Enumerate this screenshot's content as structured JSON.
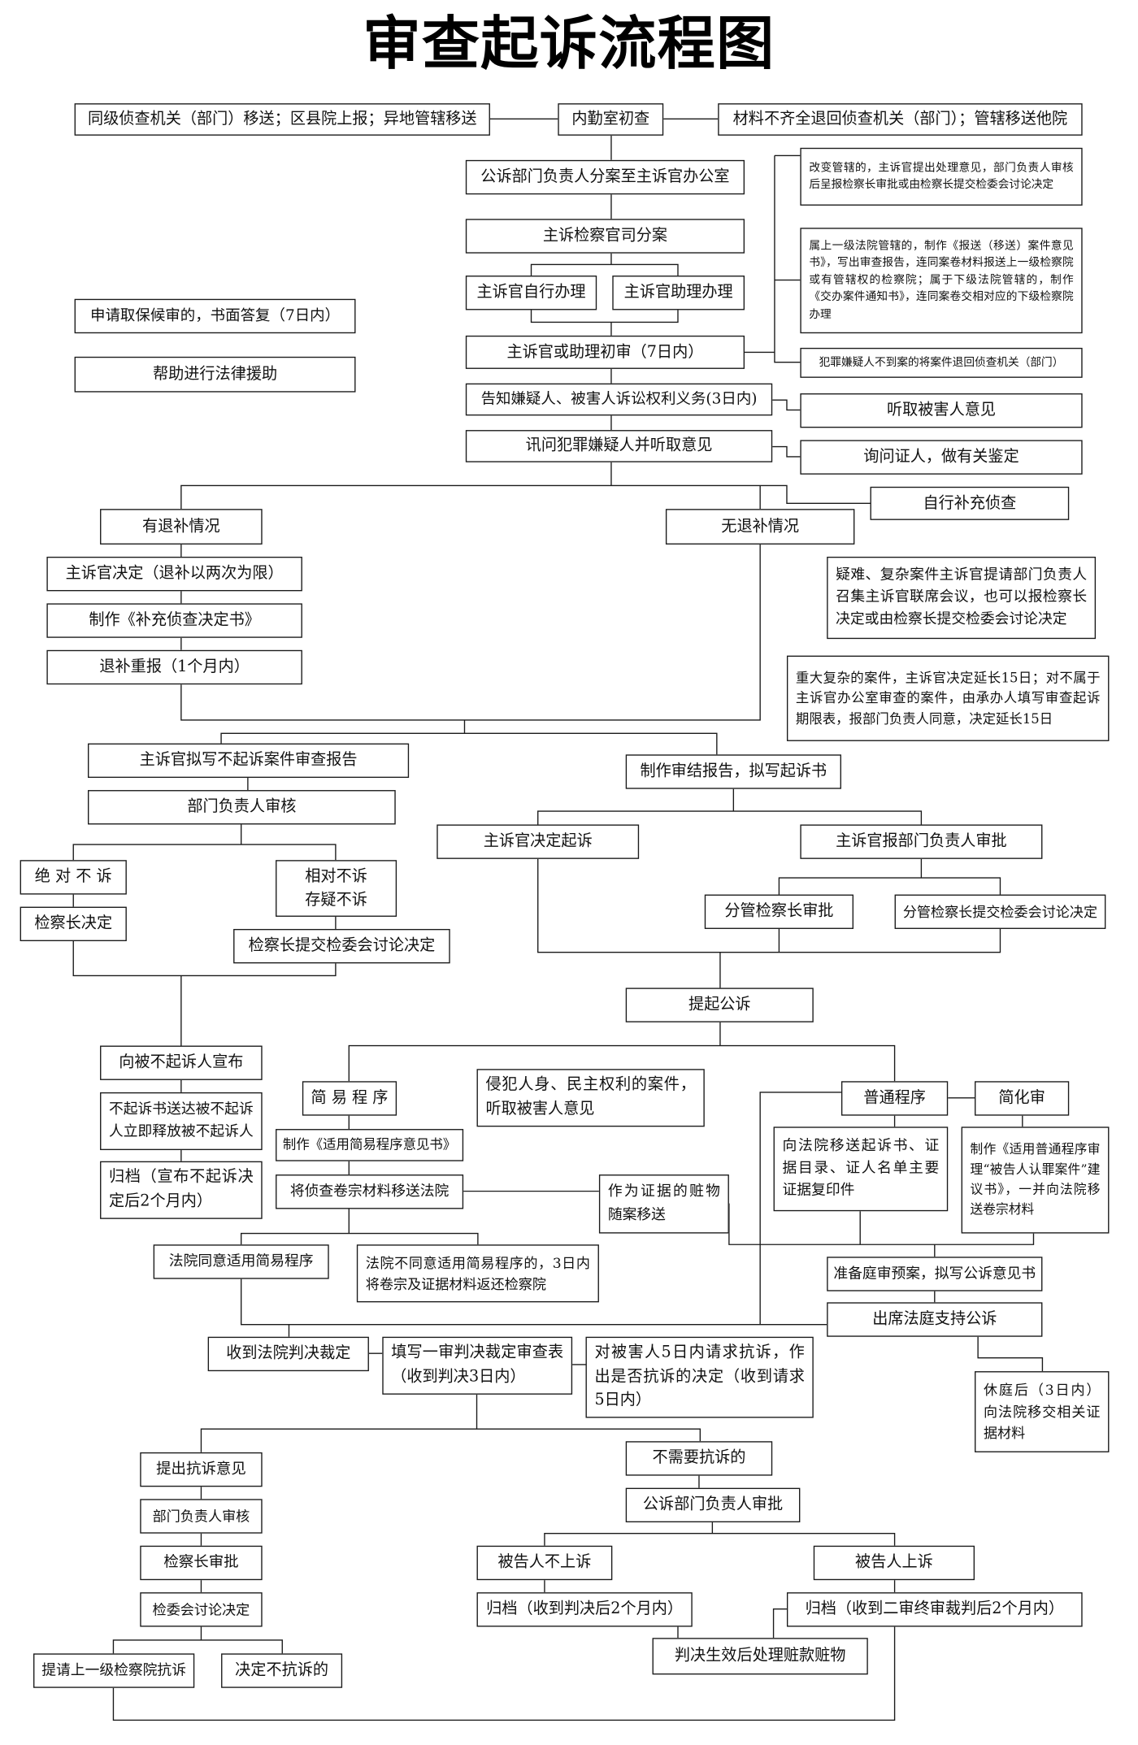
{
  "title": "审查起诉流程图",
  "nodes": {
    "n1": "同级侦查机关（部门）移送；区县院上报；异地管辖移送",
    "n2": "内勤室初查",
    "n3": "材料不齐全退回侦查机关（部门）；管辖移送他院",
    "n4": "公诉部门负责人分案至主诉官办公室",
    "n5": "改变管辖的，主诉官提出处理意见，部门负责人审核后呈报检察长审批或由检察长提交检委会讨论决定",
    "n6": "主诉检察官司分案",
    "n7": "属上一级法院管辖的，制作《报送（移送）案件意见书》，写出审查报告，连同案卷材料报送上一级检察院或有管辖权的检察院；属于下级法院管辖的，制作《交办案件通知书》，连同案卷交相对应的下级检察院办理",
    "n8": "主诉官自行办理",
    "n9": "主诉官助理办理",
    "n10": "申请取保候审的，书面答复（7日内）",
    "n11": "帮助进行法律援助",
    "n12": "主诉官或助理初审（7日内）",
    "n13": "犯罪嫌疑人不到案的将案件退回侦查机关（部门）",
    "n14": "告知嫌疑人、被害人诉讼权利义务(3日内)",
    "n15": "听取被害人意见",
    "n16": "讯问犯罪嫌疑人并听取意见",
    "n17": "询问证人，做有关鉴定",
    "n18": "自行补充侦查",
    "n19": "有退补情况",
    "n20": "无退补情况",
    "n21": "主诉官决定（退补以两次为限）",
    "n22": "疑难、复杂案件主诉官提请部门负责人召集主诉官联席会议，也可以报检察长决定或由检察长提交检委会讨论决定",
    "n23": "制作《补充侦查决定书》",
    "n24": "退补重报（1个月内）",
    "n25": "重大复杂的案件，主诉官决定延长15日；对不属于主诉官办公室审查的案件，由承办人填写审查起诉期限表，报部门负责人同意，决定延长15日",
    "n26": "主诉官拟写不起诉案件审查报告",
    "n27": "制作审结报告，拟写起诉书",
    "n28": "部门负责人审核",
    "n29": "主诉官决定起诉",
    "n30": "主诉官报部门负责人审批",
    "n31": "绝 对 不 诉",
    "n32": [
      "相对不诉",
      "存疑不诉"
    ],
    "n33": "检察长决定",
    "n34": "分管检察长审批",
    "n35": "分管检察长提交检委会讨论决定",
    "n36": "检察长提交检委会讨论决定",
    "n37": "提起公诉",
    "n38": "向被不起诉人宣布",
    "n39": "简 易 程 序",
    "n40": "侵犯人身、民主权利的案件，听取被害人意见",
    "n41": "普通程序",
    "n42": "简化审",
    "n43": "不起诉书送达被不起诉人立即释放被不起诉人",
    "n44": "制作《适用简易程序意见书》",
    "n45": "向法院移送起诉书、证据目录、证人名单主要证据复印件",
    "n46": "制作《适用普通程序审理“被告人认罪案件”建议书》，一并向法院移送卷宗材料",
    "n47": "归档（宣布不起诉决定后2个月内）",
    "n48": "将侦查卷宗材料移送法院",
    "n49": "作为证据的赃物随案移送",
    "n50": "法院同意适用简易程序",
    "n51": "法院不同意适用简易程序的，3日内将卷宗及证据材料返还检察院",
    "n52": "准备庭审预案，拟写公诉意见书",
    "n53": "出席法庭支持公诉",
    "n54": "收到法院判决裁定",
    "n55": "填写一审判决裁定审查表（收到判决3日内）",
    "n56": "对被害人5日内请求抗诉，作出是否抗诉的决定（收到请求5日内）",
    "n57": "休庭后（3日内）向法院移交相关证据材料",
    "n58": "提出抗诉意见",
    "n59": "不需要抗诉的",
    "n60": "部门负责人审核",
    "n61": "公诉部门负责人审批",
    "n62": "检察长审批",
    "n63": "被告人不上诉",
    "n64": "被告人上诉",
    "n65": "检委会讨论决定",
    "n66": "归档（收到判决后2个月内）",
    "n67": "归档（收到二审终审裁判后2个月内）",
    "n68": "判决生效后处理赃款赃物",
    "n69": "提请上一级检察院抗诉",
    "n70": "决定不抗诉的"
  }
}
